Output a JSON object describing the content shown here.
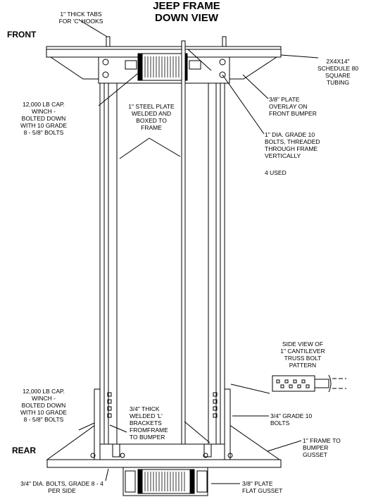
{
  "title": {
    "line1": "JEEP FRAME",
    "line2": "DOWN VIEW"
  },
  "sides": {
    "front": "FRONT",
    "rear": "REAR"
  },
  "labels": {
    "tabs": [
      "1\" THICK TABS",
      "FOR 'C' HOOKS"
    ],
    "tubing": [
      "2X4X14\"",
      "SCHEDULE 80",
      "SQUARE",
      "TUBING"
    ],
    "winch_front": [
      "12,000 LB CAP.",
      "WINCH -",
      "BOLTED DOWN",
      "WITH 10 GRADE",
      "8 - 5/8\" BOLTS"
    ],
    "steel_plate": [
      "1\" STEEL PLATE",
      "WELDED AND",
      "BOXED TO",
      "FRAME"
    ],
    "plate_overlay": [
      "3/8\" PLATE",
      "OVERLAY ON",
      "FRONT BUMPER"
    ],
    "dia_bolts": [
      "1\" DIA. GRADE 10",
      "BOLTS, THREADED",
      "THROUGH FRAME",
      "VERTICALLY"
    ],
    "used_count": "4 USED",
    "side_view": [
      "SIDE VIEW OF",
      "1\" CANTILEVER",
      "TRUSS BOLT",
      "PATTERN"
    ],
    "winch_rear": [
      "12,000 LB CAP.",
      "WINCH -",
      "BOLTED DOWN",
      "WITH 10 GRADE",
      "8 - 5/8\" BOLTS"
    ],
    "l_brackets": [
      "3/4\" THICK",
      "WELDED 'L'",
      "BRACKETS",
      "FROMFRAME",
      "TO BUMPER"
    ],
    "grade10": [
      "3/4\" GRADE 10",
      "BOLTS"
    ],
    "frame_to_bumper": [
      "1\" FRAME TO",
      "BUMPER",
      "GUSSET"
    ],
    "dia_bolts_rear": [
      "3/4\" DIA. BOLTS, GRADE 8 - 4",
      "PER SIDE"
    ],
    "flat_gusset": [
      "3/8\" PLATE",
      "FLAT GUSSET"
    ]
  }
}
